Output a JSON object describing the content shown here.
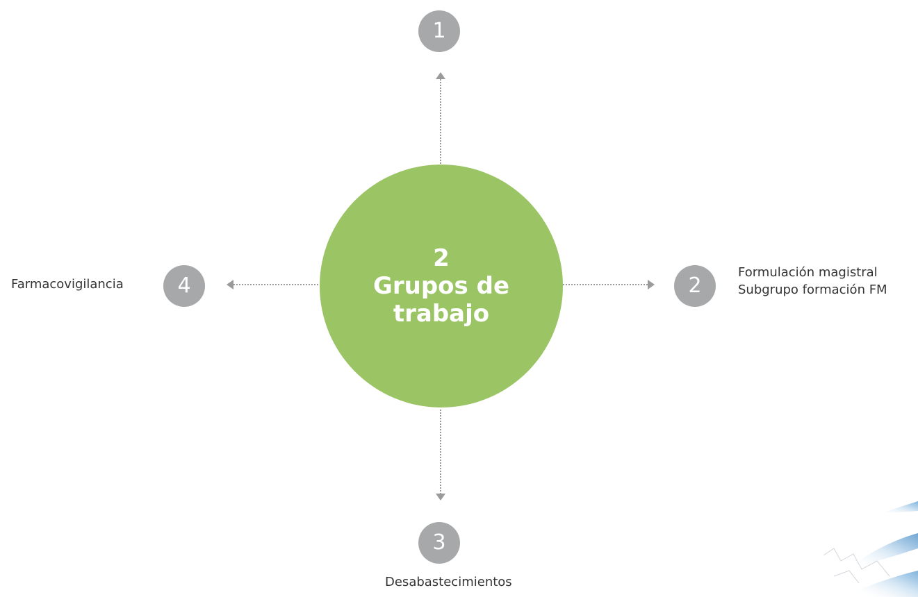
{
  "center": {
    "count": "2",
    "line1": "Grupos de",
    "line2": "trabajo"
  },
  "nodes": {
    "top": {
      "number": "1"
    },
    "right": {
      "number": "2",
      "label_line1": "Formulación magistral",
      "label_line2": "Subgrupo formación FM"
    },
    "bottom": {
      "number": "3",
      "label": "Desabastecimientos"
    },
    "left": {
      "number": "4",
      "label": "Farmacovigilancia"
    }
  },
  "colors": {
    "center_fill": "#9bc465",
    "node_fill": "#a7a8a9",
    "arrow": "#9a9a9a",
    "text": "#333333"
  }
}
